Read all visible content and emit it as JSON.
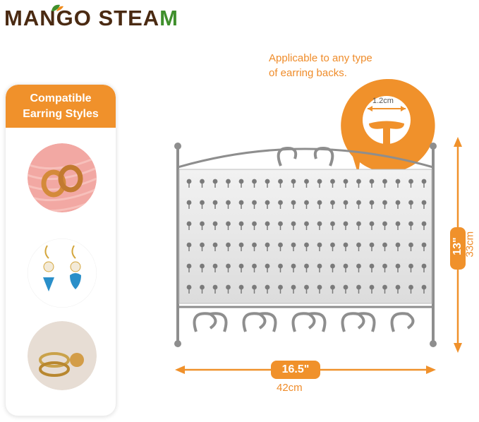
{
  "brand": {
    "name_part1": "MA",
    "name_part2": "N",
    "name_part3": "G",
    "name_part4": "O STEA",
    "name_part5": "M"
  },
  "left_panel": {
    "title_line1": "Compatible",
    "title_line2": "Earring Styles"
  },
  "callout": {
    "line1": "Applicable to any type",
    "line2": "of earring backs."
  },
  "back_size": "1.2cm",
  "dimensions": {
    "height_in": "13\"",
    "height_cm": "33cm",
    "width_in": "16.5\"",
    "width_cm": "42cm"
  },
  "colors": {
    "accent": "#f0912b",
    "brand_green": "#3f8f2c",
    "brand_brown": "#4a2a12",
    "metal": "#9b9b9b"
  }
}
